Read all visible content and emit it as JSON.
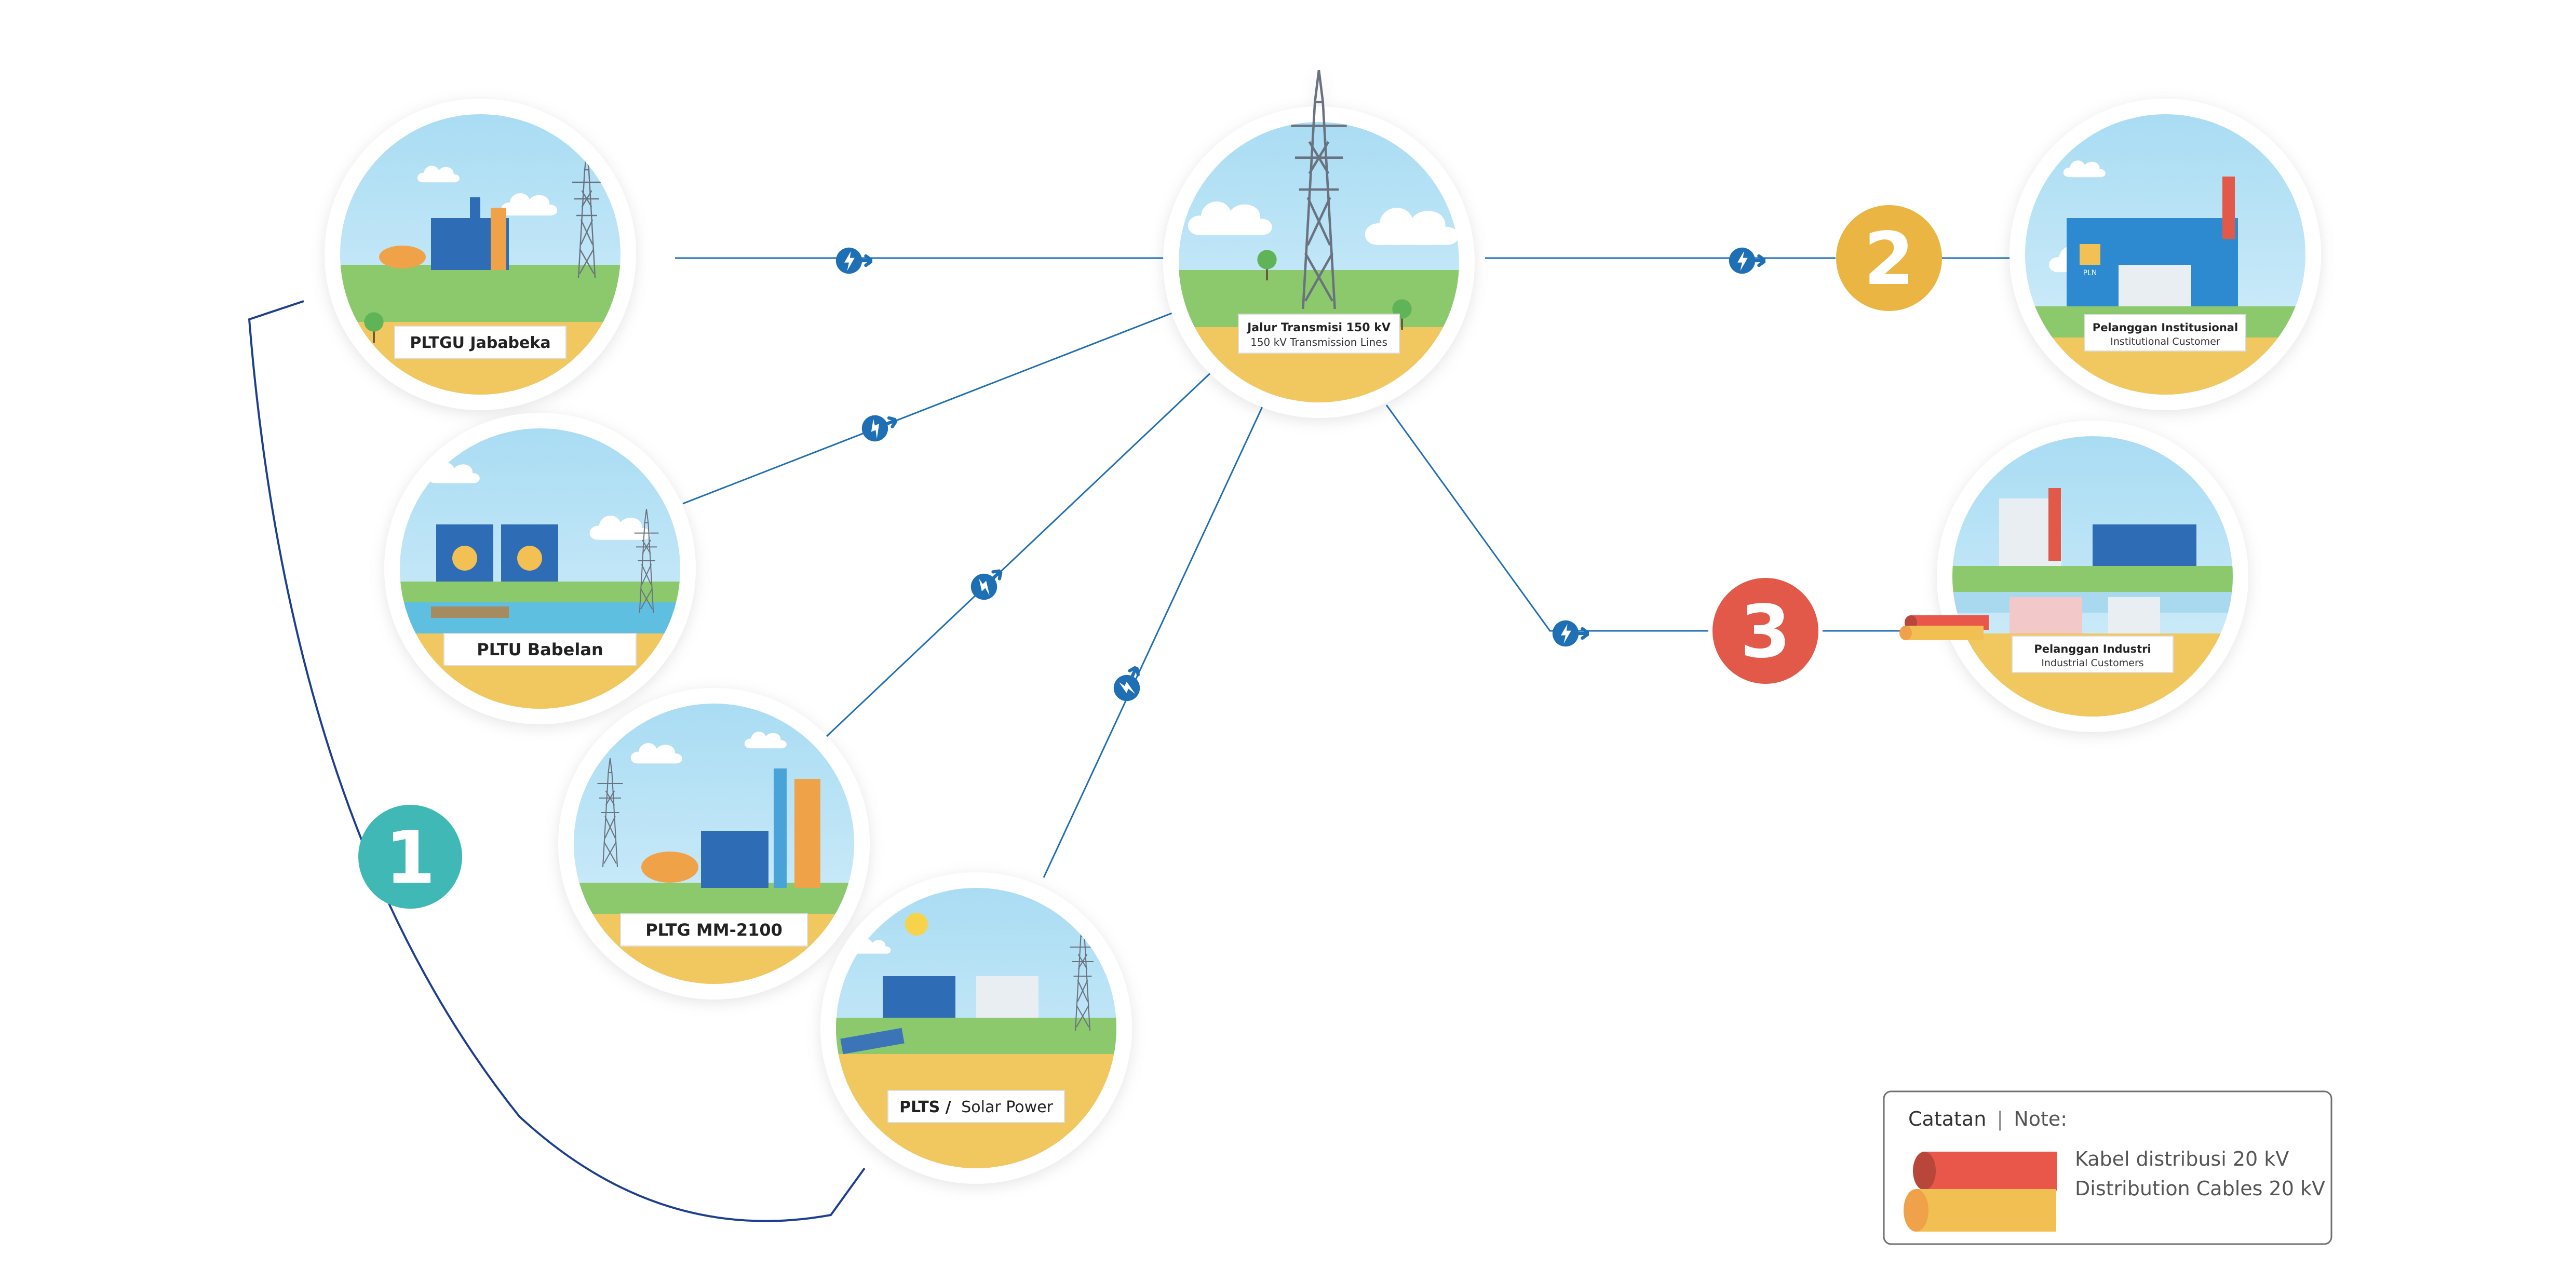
{
  "plants": {
    "jababeka": {
      "label": "PLTGU Jababeka"
    },
    "babelan": {
      "label": "PLTU Babelan"
    },
    "mm2100": {
      "label": "PLTG MM-2100"
    },
    "solar": {
      "label_bold": "PLTS /",
      "label_regular": "Solar Power"
    }
  },
  "transmission": {
    "label_id": "Jalur Transmisi 150 kV",
    "label_en": "150 kV Transmission Lines"
  },
  "customers": {
    "institutional": {
      "label_id": "Pelanggan Institusional",
      "label_en": "Institutional Customer"
    },
    "industrial": {
      "label_id": "Pelanggan Industri",
      "label_en": "Industrial Customers"
    }
  },
  "steps": {
    "one": "1",
    "two": "2",
    "three": "3"
  },
  "logo_text": "PLN",
  "note": {
    "title_bold": "Catatan",
    "separator": "|",
    "title_regular": "Note:",
    "line1": "Kabel distribusi 20 kV",
    "line2": "Distribution Cables 20 kV"
  },
  "colors": {
    "line_blue": "#1f6fb5",
    "arc_navy": "#1d3f8f",
    "step1": "#3fb8b6",
    "step2": "#eab543",
    "step3": "#e2594a",
    "cable_red": "#e8574a",
    "cable_yellow": "#f2c052"
  }
}
